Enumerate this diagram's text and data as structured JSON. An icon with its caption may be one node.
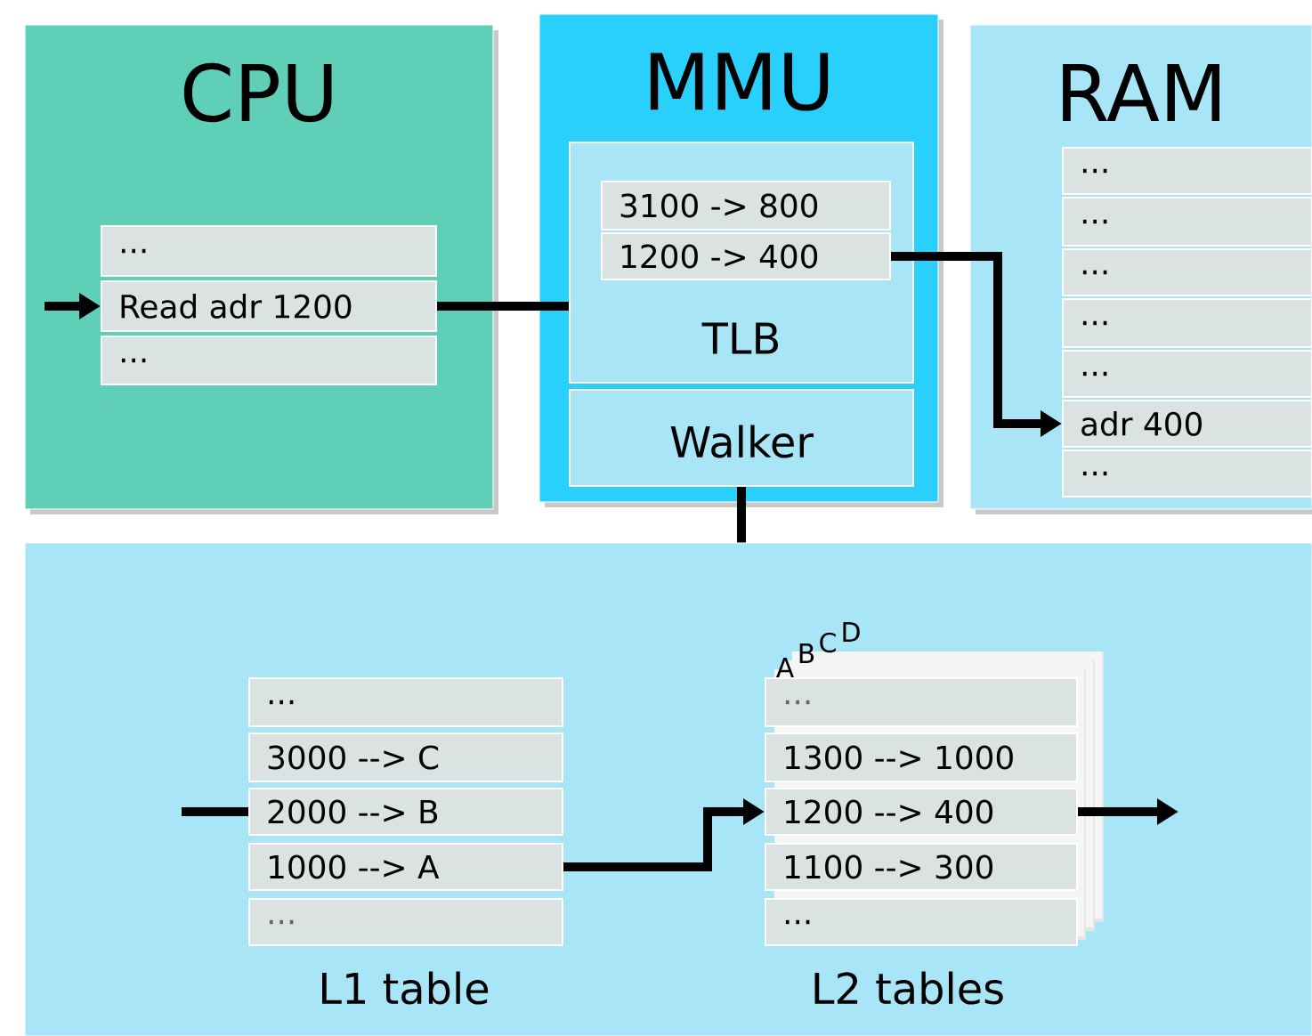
{
  "diagram": {
    "nodes": [
      {
        "text": [
          "CPU"
        ]
      },
      {
        "text": [
          "..."
        ],
        "in": 0
      },
      {
        "text": [
          "Read adr 1200"
        ],
        "in": 0
      },
      {
        "text": [
          "..."
        ],
        "in": 0
      },
      {
        "text": [
          "MMU"
        ]
      },
      {
        "text": [
          "TLB"
        ],
        "in": 4
      },
      {
        "text": [
          "3100 -> 800"
        ],
        "in": 5
      },
      {
        "text": [
          "1200 -> 400"
        ],
        "in": 5
      },
      {
        "text": [
          "Walker"
        ],
        "in": 4
      },
      {
        "text": [
          "RAM"
        ]
      },
      {
        "text": [
          "..."
        ],
        "in": 9
      },
      {
        "text": [
          "..."
        ],
        "in": 9
      },
      {
        "text": [
          "..."
        ],
        "in": 9
      },
      {
        "text": [
          "..."
        ],
        "in": 9
      },
      {
        "text": [
          "..."
        ],
        "in": 9
      },
      {
        "text": [
          "adr 400"
        ],
        "in": 9
      },
      {
        "text": [
          "..."
        ],
        "in": 9
      },
      {
        "text": [],
        "shape": "box"
      },
      {
        "text": [
          "..."
        ],
        "in": 17
      },
      {
        "text": [
          "3000 --> C"
        ],
        "in": 17
      },
      {
        "text": [
          "2000 --> B"
        ],
        "in": 17
      },
      {
        "text": [
          "1000 --> A"
        ],
        "in": 17
      },
      {
        "text": [
          "..."
        ],
        "in": 17
      },
      {
        "text": [
          "..."
        ],
        "in": 17
      },
      {
        "text": [
          "1300 --> 1000"
        ],
        "in": 17
      },
      {
        "text": [
          "1200 --> 400"
        ],
        "in": 17
      },
      {
        "text": [
          "1100 --> 300"
        ],
        "in": 17
      },
      {
        "text": [
          "..."
        ],
        "in": 17
      }
    ],
    "edges": [
      {
        "from": null,
        "to": 2,
        "arrow": "to"
      },
      {
        "from": 2,
        "to": 5,
        "arrow": "none"
      },
      {
        "from": 7,
        "to": 15,
        "arrow": "to"
      },
      {
        "from": 8,
        "to": 17,
        "arrow": "none"
      },
      {
        "from": null,
        "to": 20,
        "arrow": "none"
      },
      {
        "from": 21,
        "to": 25,
        "arrow": "to"
      },
      {
        "from": 25,
        "to": null,
        "arrow": "to"
      }
    ],
    "labels": [
      "A",
      "B",
      "C",
      "D",
      "L1 table",
      "L2 tables"
    ]
  }
}
